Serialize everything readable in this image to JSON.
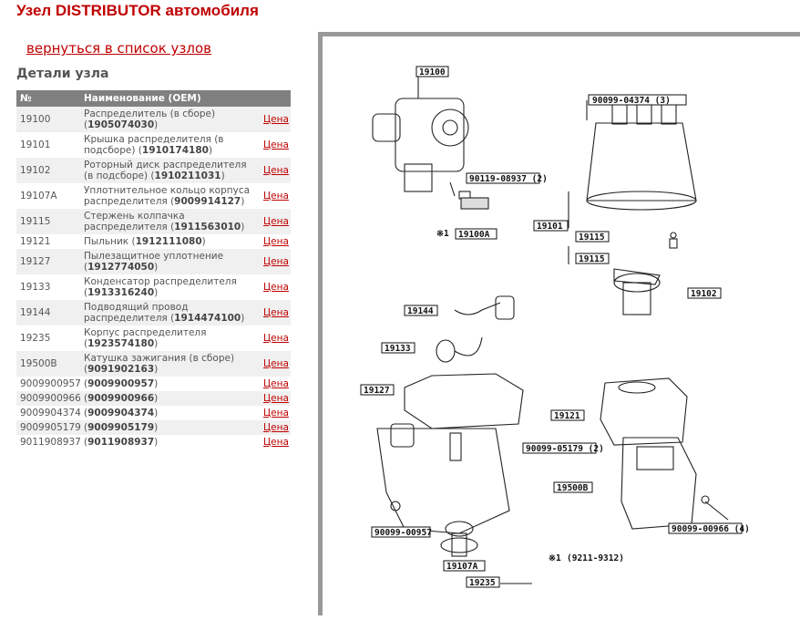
{
  "header": {
    "title": "Узел DISTRIBUTOR автомобиля"
  },
  "nav": {
    "back_link": "вернуться в список узлов"
  },
  "section": {
    "title": "Детали узла"
  },
  "table": {
    "headers": [
      "№",
      "Наименование (OEM)",
      ""
    ],
    "rows": [
      {
        "no": "19100",
        "name": "Распределитель (в сборе)",
        "code": "1905074030",
        "price": "Цена"
      },
      {
        "no": "19101",
        "name": "Крышка распределителя (в подсборе)",
        "code": "1910174180",
        "price": "Цена"
      },
      {
        "no": "19102",
        "name": "Роторный диск распределителя (в подсборе)",
        "code": "1910211031",
        "price": "Цена"
      },
      {
        "no": "19107A",
        "name": "Уплотнительное кольцо корпуса распределителя",
        "code": "9009914127",
        "price": "Цена"
      },
      {
        "no": "19115",
        "name": "Стержень колпачка распределителя",
        "code": "1911563010",
        "price": "Цена"
      },
      {
        "no": "19121",
        "name": "Пыльник",
        "code": "1912111080",
        "price": "Цена"
      },
      {
        "no": "19127",
        "name": "Пылезащитное уплотнение",
        "code": "1912774050",
        "price": "Цена"
      },
      {
        "no": "19133",
        "name": "Конденсатор распределителя",
        "code": "1913316240",
        "price": "Цена"
      },
      {
        "no": "19144",
        "name": "Подводящий провод распределителя",
        "code": "1914474100",
        "price": "Цена"
      },
      {
        "no": "19235",
        "name": "Корпус распределителя",
        "code": "1923574180",
        "price": "Цена"
      },
      {
        "no": "19500B",
        "name": "Катушка зажигания (в сборе)",
        "code": "9091902163",
        "price": "Цена"
      },
      {
        "no": "9009900957",
        "name": "",
        "code": "9009900957",
        "price": "Цена"
      },
      {
        "no": "9009900966",
        "name": "",
        "code": "9009900966",
        "price": "Цена"
      },
      {
        "no": "9009904374",
        "name": "",
        "code": "9009904374",
        "price": "Цена"
      },
      {
        "no": "9009905179",
        "name": "",
        "code": "9009905179",
        "price": "Цена"
      },
      {
        "no": "9011908937",
        "name": "",
        "code": "9011908937",
        "price": "Цена"
      }
    ]
  },
  "diagram": {
    "labels": {
      "l19100": "19100",
      "l04374": "90099-04374 (3)",
      "l08937": "90119-08937 (2)",
      "l19100a": "19100A",
      "l19101": "19101",
      "l19115a": "19115",
      "l19115b": "19115",
      "l19102": "19102",
      "l19144": "19144",
      "l19133": "19133",
      "l19127": "19127",
      "l19121": "19121",
      "l05179": "90099-05179 (2)",
      "l19500b": "19500B",
      "l00957": "90099-00957",
      "l00966": "90099-00966 (4)",
      "l19107a": "19107A",
      "l19235": "19235",
      "mark1": "※1",
      "mark1b": "※1",
      "range": "(9211-9312)"
    }
  }
}
